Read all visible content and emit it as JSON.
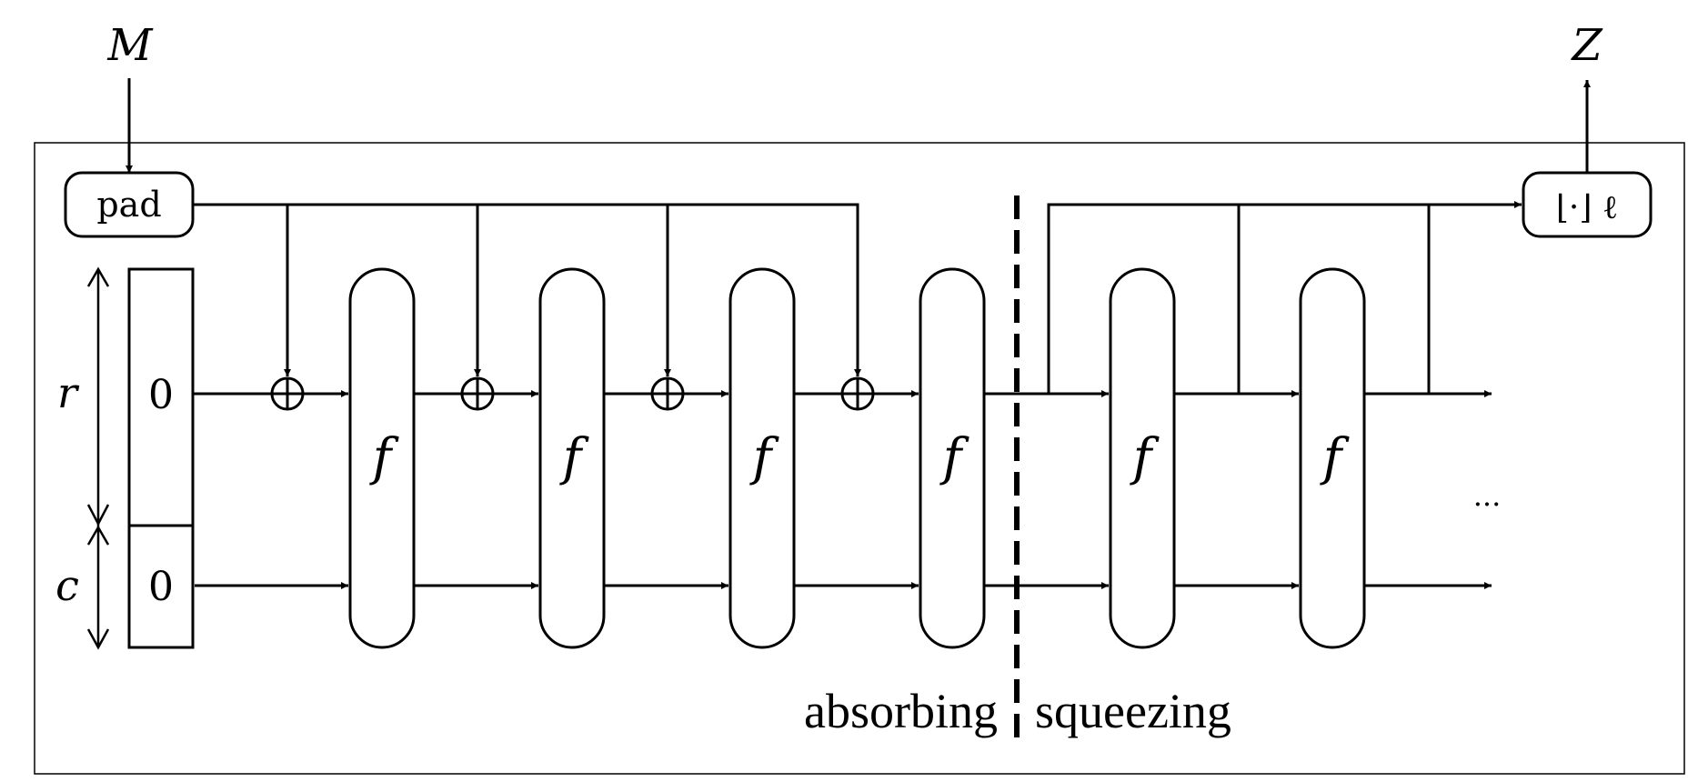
{
  "input_label": "M",
  "output_label": "Z",
  "pad_label": "pad",
  "truncate_label": "⌊·⌋ ℓ",
  "rate_label": "r",
  "capacity_label": "c",
  "initial_state": {
    "rate_value": "0",
    "capacity_value": "0"
  },
  "function_label": "f",
  "ellipsis": "...",
  "phases": {
    "absorbing": "absorbing",
    "squeezing": "squeezing"
  },
  "colors": {
    "stroke": "#000000",
    "background": "#ffffff"
  }
}
